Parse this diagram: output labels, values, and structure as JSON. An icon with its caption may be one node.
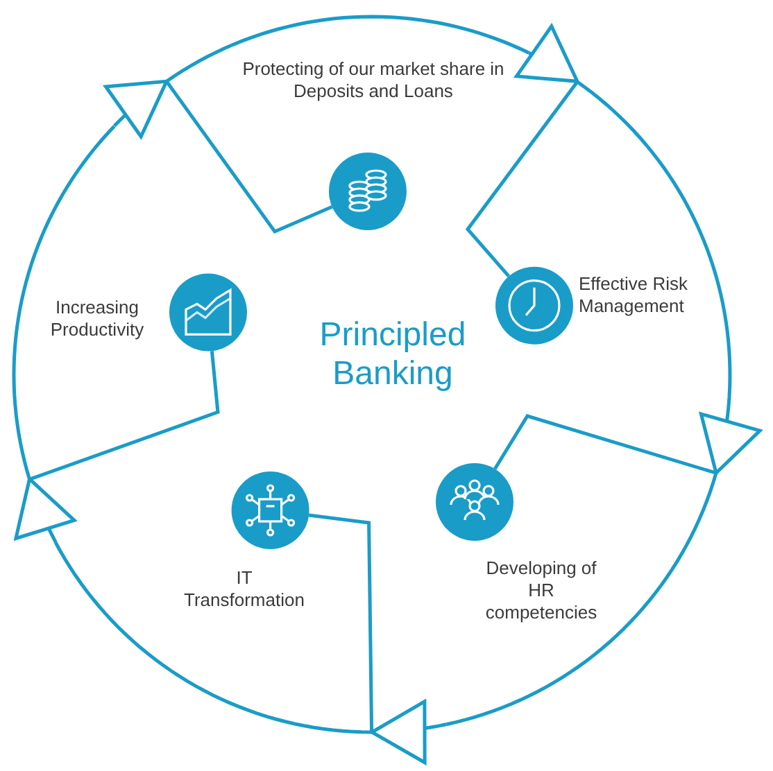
{
  "diagram": {
    "nodes": [
      {
        "text": [
          "Protecting of our market share in Deposits and Loans"
        ]
      },
      {
        "text": [
          "Effective Risk Management"
        ]
      },
      {
        "text": [
          "Developing of HR competencies"
        ]
      },
      {
        "text": [
          "IT Transformation"
        ]
      },
      {
        "text": [
          "Increasing Productivity"
        ]
      }
    ],
    "edges": [
      {
        "from": 0,
        "to": 1,
        "arrow": "to"
      },
      {
        "from": 1,
        "to": 2,
        "arrow": "to"
      },
      {
        "from": 2,
        "to": 3,
        "arrow": "to"
      },
      {
        "from": 3,
        "to": 4,
        "arrow": "to"
      },
      {
        "from": 4,
        "to": 0,
        "arrow": "to"
      }
    ],
    "labels": [
      "Principled Banking"
    ]
  }
}
